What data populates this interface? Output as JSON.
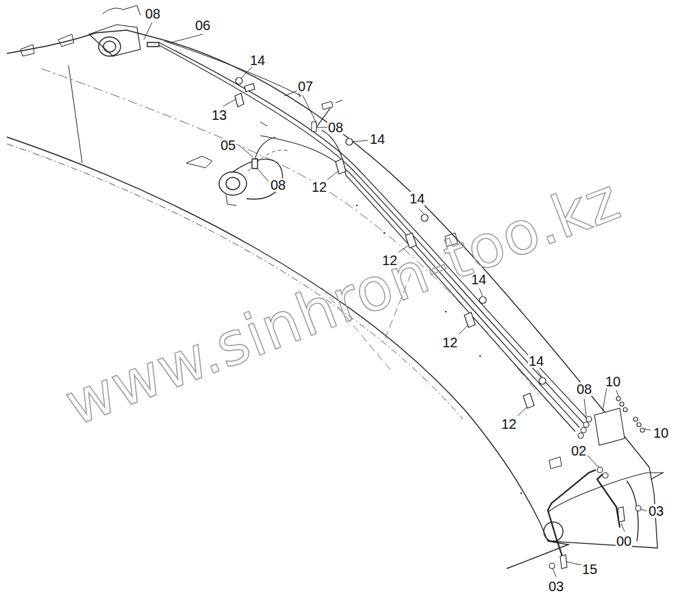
{
  "diagram": {
    "labels": [
      "08",
      "06",
      "14",
      "07",
      "13",
      "08",
      "14",
      "05",
      "08",
      "12",
      "14",
      "12",
      "14",
      "12",
      "14",
      "08",
      "10",
      "10",
      "12",
      "02",
      "03",
      "00",
      "15",
      "03",
      "www.sinhron-too.kz"
    ]
  }
}
